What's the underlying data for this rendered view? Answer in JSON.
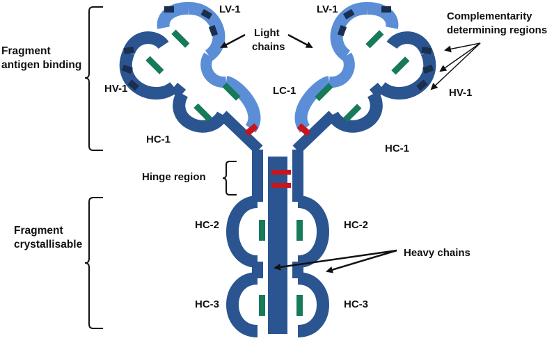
{
  "labels": {
    "fab": [
      "Fragment",
      "antigen binding"
    ],
    "fc": [
      "Fragment",
      "crystallisable"
    ],
    "hinge": "Hinge region",
    "light_chains": [
      "Light",
      "chains"
    ],
    "cdr": [
      "Complementarity",
      "determining regions"
    ],
    "heavy_chains": "Heavy chains",
    "lv1_left": "LV-1",
    "lv1_right": "LV-1",
    "hv1_left": "HV-1",
    "hv1_right": "HV-1",
    "lc1": "LC-1",
    "hc1_left": "HC-1",
    "hc1_right": "HC-1",
    "hc2_left": "HC-2",
    "hc2_right": "HC-2",
    "hc3_left": "HC-3",
    "hc3_right": "HC-3"
  },
  "colors": {
    "heavy_chain": "#2b5590",
    "light_chain": "#5b8ed6",
    "cdr_segment": "#1a2f4d",
    "disulfide": "#c8141b",
    "domain_bar": "#177a5a",
    "text": "#111111"
  }
}
